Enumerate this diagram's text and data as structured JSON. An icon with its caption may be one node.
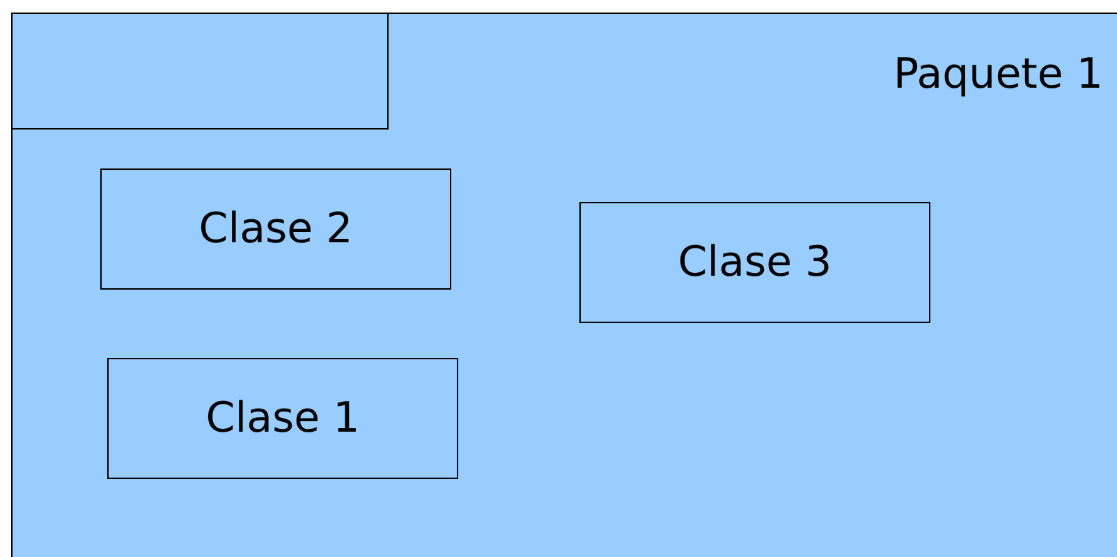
{
  "diagram": {
    "nodes": [
      {
        "text": [
          "Paquete 1"
        ]
      },
      {
        "text": [],
        "shape": "box",
        "in": 0
      },
      {
        "text": [
          "Clase 2"
        ],
        "in": 0
      },
      {
        "text": [
          "Clase 3"
        ],
        "in": 0
      },
      {
        "text": [
          "Clase 1"
        ],
        "in": 0
      }
    ]
  }
}
